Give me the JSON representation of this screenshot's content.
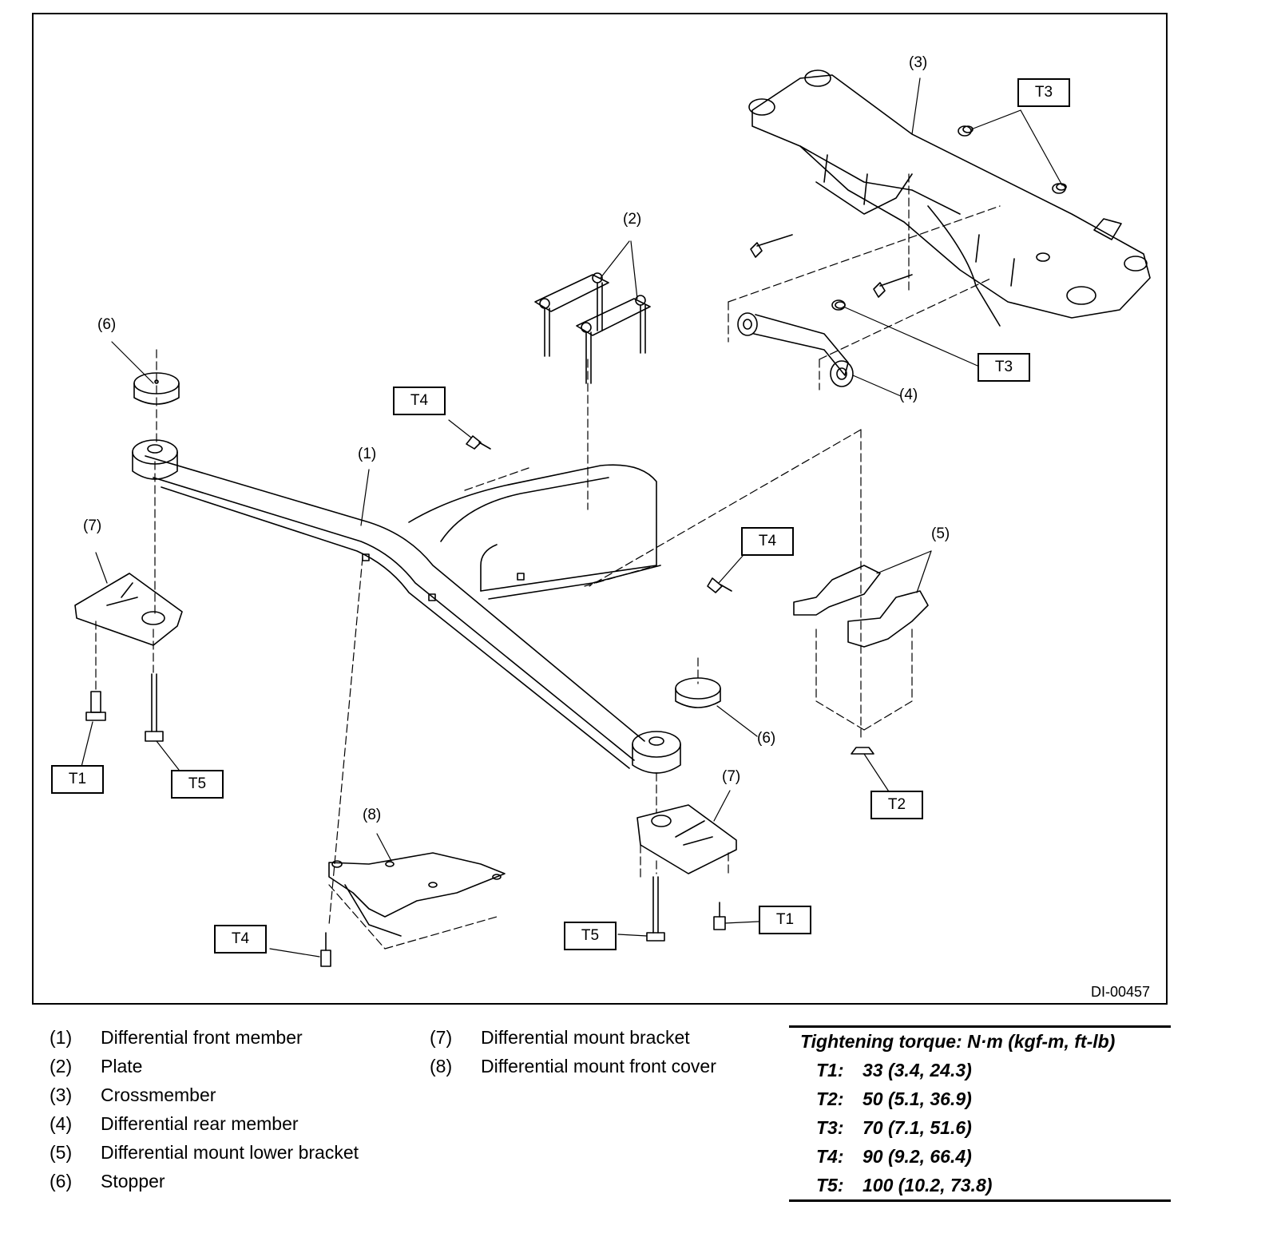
{
  "diagram": {
    "figure_id": "DI-00457",
    "callouts": {
      "c1": "(1)",
      "c2": "(2)",
      "c3": "(3)",
      "c4": "(4)",
      "c5": "(5)",
      "c6": "(6)",
      "c7": "(7)",
      "c8": "(8)"
    },
    "torque_labels": {
      "t1": "T1",
      "t2": "T2",
      "t3": "T3",
      "t4": "T4",
      "t5": "T5"
    }
  },
  "legend": {
    "items": [
      {
        "num": "(1)",
        "text": "Differential front member"
      },
      {
        "num": "(2)",
        "text": "Plate"
      },
      {
        "num": "(3)",
        "text": "Crossmember"
      },
      {
        "num": "(4)",
        "text": "Differential rear member"
      },
      {
        "num": "(5)",
        "text": "Differential mount lower bracket"
      },
      {
        "num": "(6)",
        "text": "Stopper"
      },
      {
        "num": "(7)",
        "text": "Differential mount bracket"
      },
      {
        "num": "(8)",
        "text": "Differential mount front cover"
      }
    ]
  },
  "torque_table": {
    "title": "Tightening torque: N·m (kgf-m, ft-lb)",
    "rows": [
      {
        "code": "T1:",
        "value": "33 (3.4, 24.3)"
      },
      {
        "code": "T2:",
        "value": "50 (5.1, 36.9)"
      },
      {
        "code": "T3:",
        "value": "70 (7.1, 51.6)"
      },
      {
        "code": "T4:",
        "value": "90 (9.2, 66.4)"
      },
      {
        "code": "T5:",
        "value": "100 (10.2, 73.8)"
      }
    ]
  }
}
